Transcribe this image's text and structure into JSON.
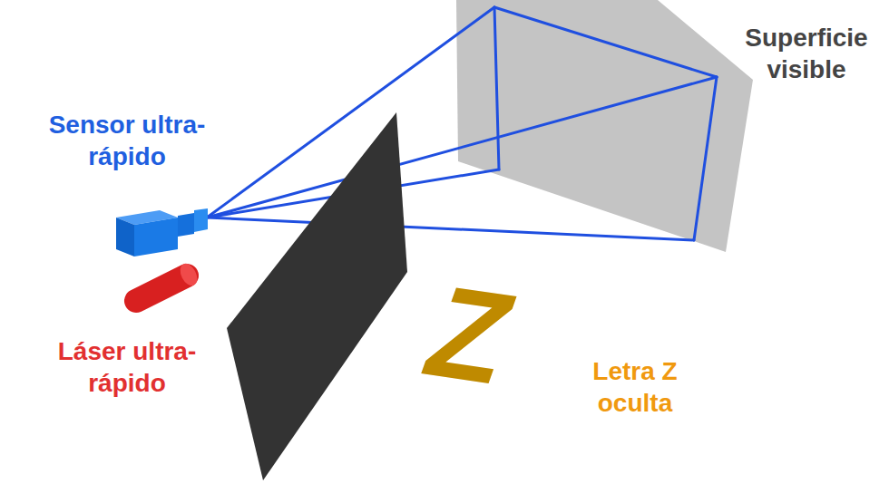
{
  "diagram": {
    "labels": [
      "Superficie visible",
      "Sensor ultra-rápido",
      "Láser ultra-rápido",
      "Z",
      "Letra Z oculta"
    ]
  }
}
